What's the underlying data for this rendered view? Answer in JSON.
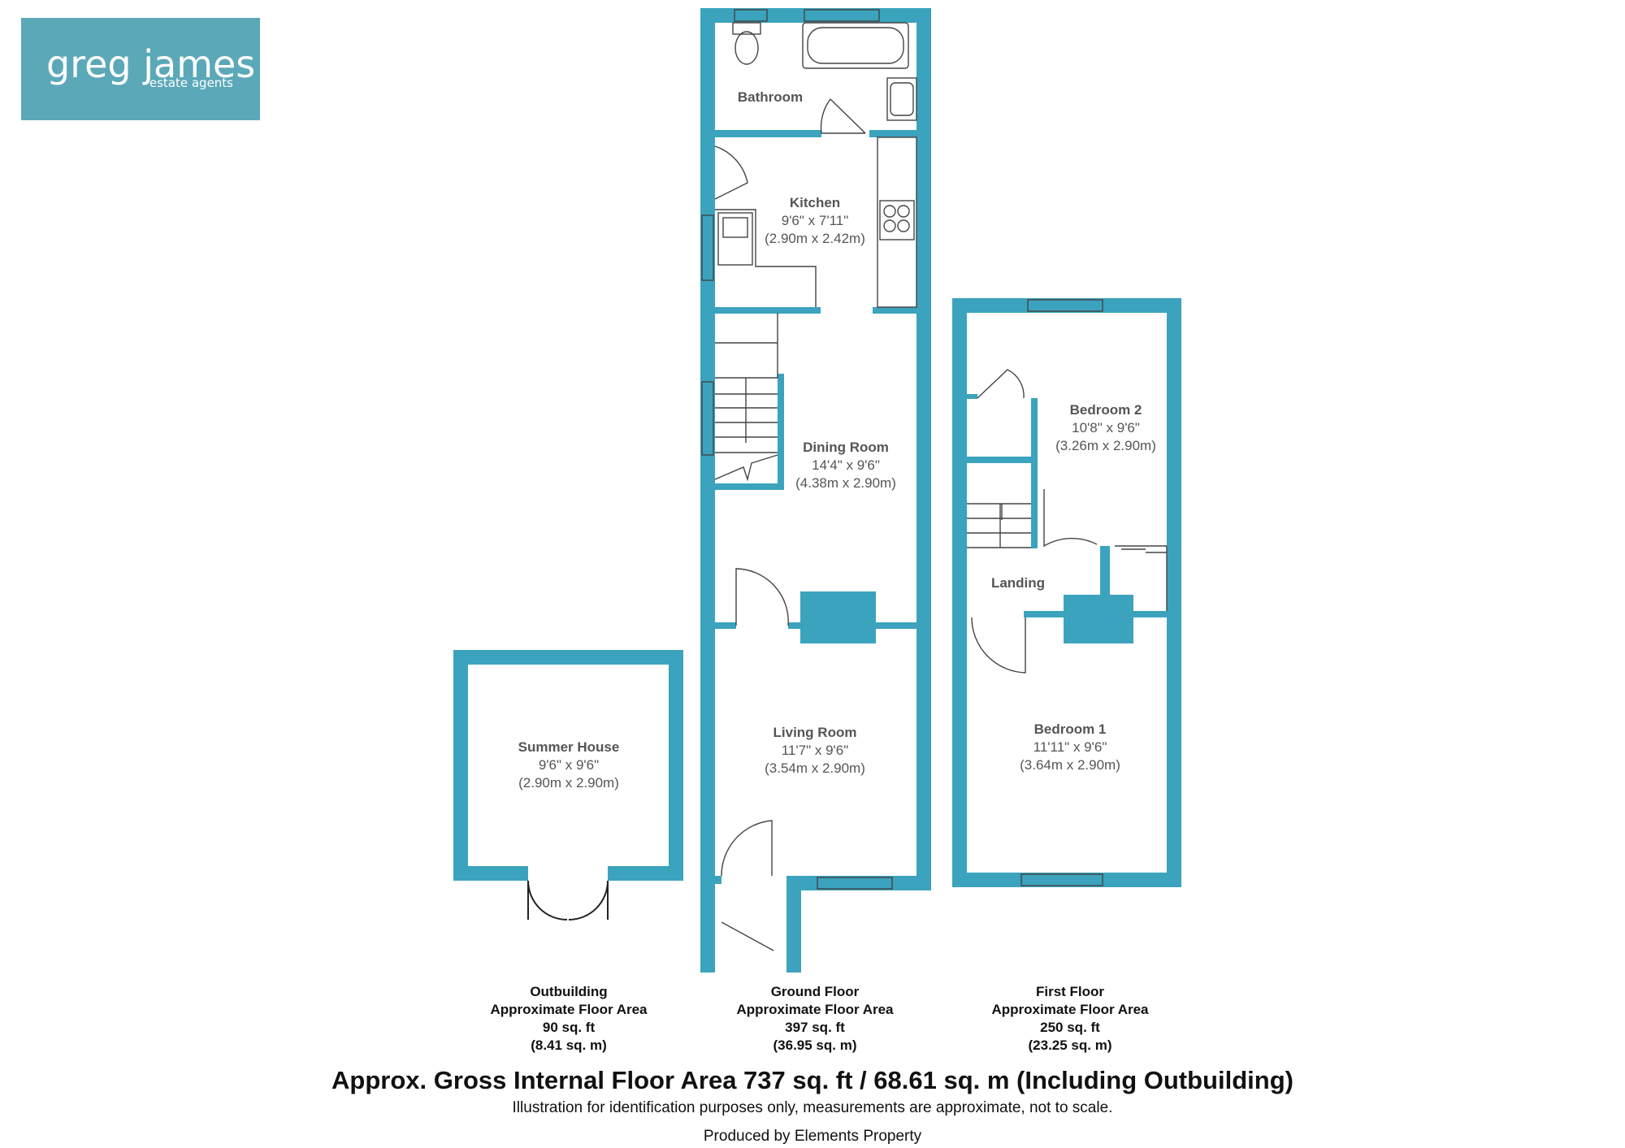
{
  "brand": {
    "name": "greg james",
    "tagline": "estate agents",
    "color": "#5aa8b8"
  },
  "colors": {
    "wall": "#3ba3bd",
    "text": "#555555"
  },
  "rooms": {
    "bathroom": {
      "name": "Bathroom"
    },
    "kitchen": {
      "name": "Kitchen",
      "imperial": "9'6\" x 7'11\"",
      "metric": "(2.90m x 2.42m)"
    },
    "dining_room": {
      "name": "Dining Room",
      "imperial": "14'4\" x 9'6\"",
      "metric": "(4.38m x 2.90m)"
    },
    "living_room": {
      "name": "Living Room",
      "imperial": "11'7\" x 9'6\"",
      "metric": "(3.54m x 2.90m)"
    },
    "summer_house": {
      "name": "Summer House",
      "imperial": "9'6\" x 9'6\"",
      "metric": "(2.90m x 2.90m)"
    },
    "bedroom_2": {
      "name": "Bedroom 2",
      "imperial": "10'8\" x 9'6\"",
      "metric": "(3.26m x 2.90m)"
    },
    "landing": {
      "name": "Landing"
    },
    "bedroom_1": {
      "name": "Bedroom 1",
      "imperial": "11'11\" x 9'6\"",
      "metric": "(3.64m x 2.90m)"
    }
  },
  "floor_areas": {
    "outbuilding": [
      "Outbuilding",
      "Approximate Floor Area",
      "90 sq. ft",
      "(8.41 sq. m)"
    ],
    "ground_floor": [
      "Ground Floor",
      "Approximate Floor Area",
      "397 sq. ft",
      "(36.95 sq. m)"
    ],
    "first_floor": [
      "First Floor",
      "Approximate Floor Area",
      "250 sq. ft",
      "(23.25 sq. m)"
    ]
  },
  "footer": {
    "gross_area": "Approx. Gross Internal Floor Area 737 sq. ft / 68.61 sq. m (Including Outbuilding)",
    "disclaimer": "Illustration for identification purposes only, measurements are approximate, not to scale.",
    "produced_by": "Produced by Elements Property"
  }
}
